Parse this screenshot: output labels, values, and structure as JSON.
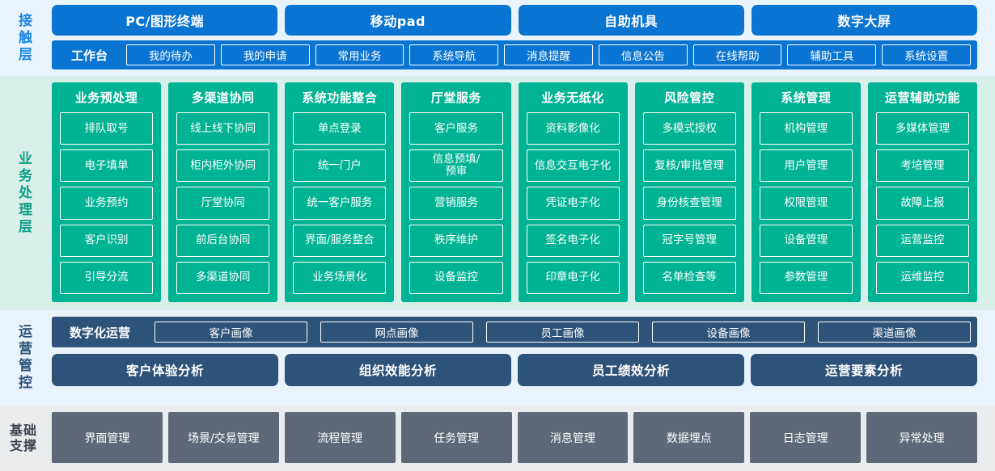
{
  "layers": {
    "contact": {
      "label": "接触层",
      "channels": [
        "PC/图形终端",
        "移动pad",
        "自助机具",
        "数字大屏"
      ],
      "workbench_label": "工作台",
      "workbench_items": [
        "我的待办",
        "我的申请",
        "常用业务",
        "系统导航",
        "消息提醒",
        "信息公告",
        "在线帮助",
        "辅助工具",
        "系统设置"
      ]
    },
    "business": {
      "label": "业务处理层",
      "columns": [
        {
          "title": "业务预处理",
          "items": [
            "排队取号",
            "电子填单",
            "业务预约",
            "客户识别",
            "引导分流"
          ]
        },
        {
          "title": "多渠道协同",
          "items": [
            "线上线下协同",
            "柜内柜外协同",
            "厅堂协同",
            "前后台协同",
            "多渠道协同"
          ]
        },
        {
          "title": "系统功能整合",
          "items": [
            "单点登录",
            "统一门户",
            "统一客户服务",
            "界面/服务整合",
            "业务场景化"
          ]
        },
        {
          "title": "厅堂服务",
          "items": [
            "客户服务",
            "信息预填/\n预审",
            "营销服务",
            "秩序维护",
            "设备监控"
          ]
        },
        {
          "title": "业务无纸化",
          "items": [
            "资料影像化",
            "信息交互电子化",
            "凭证电子化",
            "签名电子化",
            "印章电子化"
          ]
        },
        {
          "title": "风险管控",
          "items": [
            "多模式授权",
            "复核/审批管理",
            "身份核查管理",
            "冠字号管理",
            "名单检查等"
          ]
        },
        {
          "title": "系统管理",
          "items": [
            "机构管理",
            "用户管理",
            "权限管理",
            "设备管理",
            "参数管理"
          ]
        },
        {
          "title": "运营辅助功能",
          "items": [
            "多媒体管理",
            "考培管理",
            "故障上报",
            "运营监控",
            "运维监控"
          ]
        }
      ]
    },
    "operations": {
      "label": "运营管控",
      "digital_label": "数字化运营",
      "portraits": [
        "客户画像",
        "网点画像",
        "员工画像",
        "设备画像",
        "渠道画像"
      ],
      "analyses": [
        "客户体验分析",
        "组织效能分析",
        "员工绩效分析",
        "运营要素分析"
      ]
    },
    "base": {
      "label": "基础\n支撑",
      "items": [
        "界面管理",
        "场景/交易管理",
        "流程管理",
        "任务管理",
        "消息管理",
        "数据埋点",
        "日志管理",
        "异常处理"
      ]
    }
  },
  "colors": {
    "contact_blue": "#0a74d2",
    "contact_bg": "#e9f3fc",
    "business_teal": "#00b394",
    "business_bg": "#d9f0ea",
    "operations_navy": "#2e5378",
    "operations_bg": "#e9f3fc",
    "base_gray": "#5d6977",
    "base_bg": "#ebeced"
  }
}
